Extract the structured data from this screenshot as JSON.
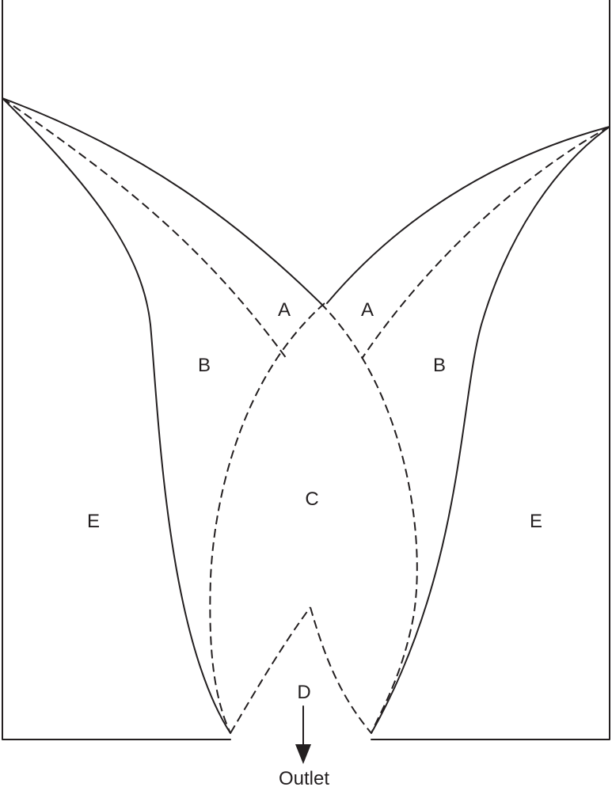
{
  "zones": {
    "a_left": "A",
    "a_right": "A",
    "b_left": "B",
    "b_right": "B",
    "c": "C",
    "d": "D",
    "e_left": "E",
    "e_right": "E"
  },
  "outlet": {
    "label": "Outlet"
  },
  "colors": {
    "line": "#231f20",
    "background": "#ffffff"
  }
}
